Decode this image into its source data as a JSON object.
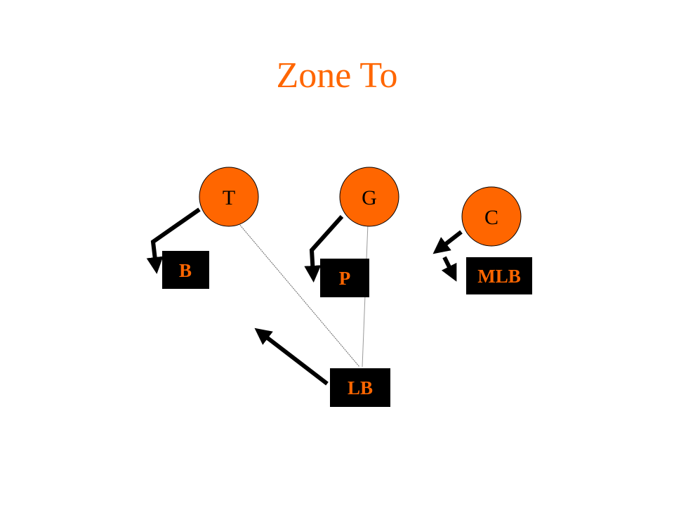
{
  "slide": {
    "title": "Zone To"
  },
  "colors": {
    "title": "#ff6600",
    "circle_fill": "#ff6600",
    "circle_text": "#000000",
    "box_fill": "#000000",
    "box_text": "#ff6600",
    "arrow": "#000000",
    "thin_line": "#666666"
  },
  "players": {
    "t": {
      "label": "T"
    },
    "g": {
      "label": "G"
    },
    "c": {
      "label": "C"
    }
  },
  "defenders": {
    "b": {
      "label": "B"
    },
    "p": {
      "label": "P"
    },
    "mlb": {
      "label": "MLB"
    },
    "lb": {
      "label": "LB"
    }
  }
}
